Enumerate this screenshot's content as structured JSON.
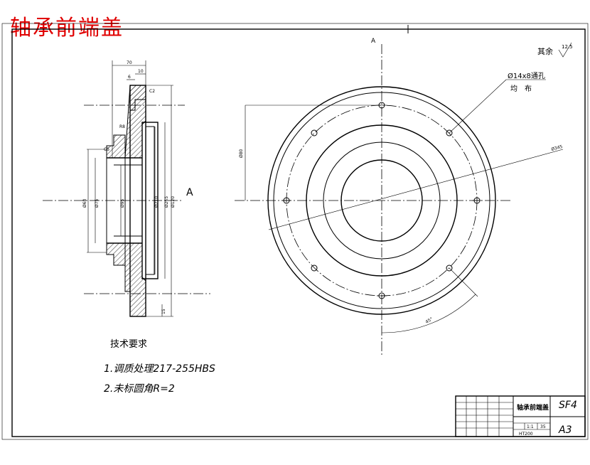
{
  "title": "轴承前端盖",
  "view_label_top": "A",
  "section_label": "A",
  "roughness": {
    "prefix": "其余",
    "value": "12.5"
  },
  "hole_note": {
    "line1": "Ø14x8通孔",
    "line2": "均　布"
  },
  "dim_labels": {
    "side_top_1": "70",
    "side_top_2": "10",
    "side_top_3": "6",
    "side_chamfer": "C2",
    "side_r": "R8",
    "side_left": "C5",
    "d1": "Ø68",
    "d2": "Ø75",
    "d3": "Ø95",
    "d4": "Ø210",
    "d5": "Ø265",
    "d6": "Ø120",
    "side_bottom": "15",
    "front_height": "Ø80",
    "front_diag": "Ø345",
    "front_angle": "45°"
  },
  "tech_req": {
    "heading": "技术要求",
    "items": [
      "1.调质处理217-255HBS",
      "2.未标圆角R=2"
    ]
  },
  "title_block": {
    "part_name": "轴承前端盖",
    "drawing_no": "SF4",
    "sheet": "A3",
    "scale": "1:1",
    "qty": "35",
    "material": "HT200"
  }
}
